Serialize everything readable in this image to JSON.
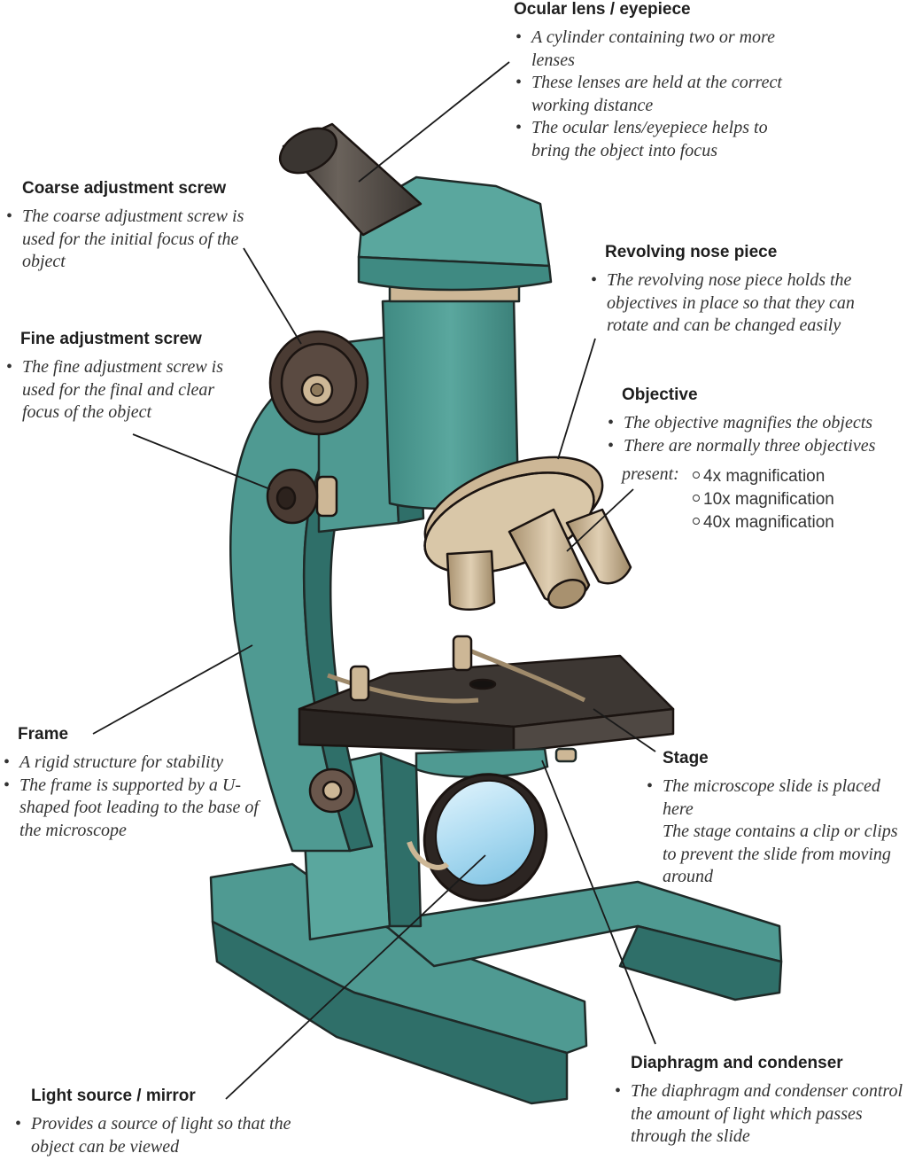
{
  "labels": {
    "ocular": {
      "title": "Ocular lens / eyepiece",
      "bullets": [
        "A cylinder containing two or more lenses",
        "These lenses are held at the correct working distance",
        "The ocular lens/eyepiece helps to bring the object into focus"
      ]
    },
    "coarse": {
      "title": "Coarse adjustment screw",
      "bullets": [
        "The coarse adjustment screw is used for the initial focus of the object"
      ]
    },
    "revolving": {
      "title": "Revolving nose piece",
      "bullets": [
        "The revolving nose piece holds the objectives in place so that they can rotate and can be changed easily"
      ]
    },
    "fine": {
      "title": "Fine adjustment screw",
      "bullets": [
        "The fine adjustment screw is used for the final and clear focus of the object"
      ]
    },
    "objective": {
      "title": "Objective",
      "bullets": [
        "The objective magnifies the objects",
        "There are normally three objectives"
      ],
      "present_label": "present:",
      "magnifications": [
        "4x magnification",
        "10x magnification",
        "40x magnification"
      ]
    },
    "frame": {
      "title": "Frame",
      "bullets": [
        "A rigid structure for stability",
        "The frame is supported by a U-shaped foot leading to the base of the microscope"
      ]
    },
    "stage": {
      "title": "Stage",
      "bullets": [
        "The microscope slide is placed here"
      ],
      "extra": "The stage contains a clip or clips to prevent the slide from moving around"
    },
    "diaphragm": {
      "title": "Diaphragm and condenser",
      "bullets": [
        "The diaphragm and condenser control the amount of light which passes through the slide"
      ]
    },
    "light": {
      "title": "Light source / mirror",
      "bullets": [
        "Provides a source of light so that the object can be viewed"
      ]
    }
  },
  "colors": {
    "body": "#4f9a92",
    "body_dark": "#2f6f69",
    "body_light": "#74b7ae",
    "stage": "#3d3733",
    "knob": "#4a3b33",
    "brass": "#cdb796",
    "eyepiece": "#4e4843",
    "mirror": "#bfe3f5"
  }
}
